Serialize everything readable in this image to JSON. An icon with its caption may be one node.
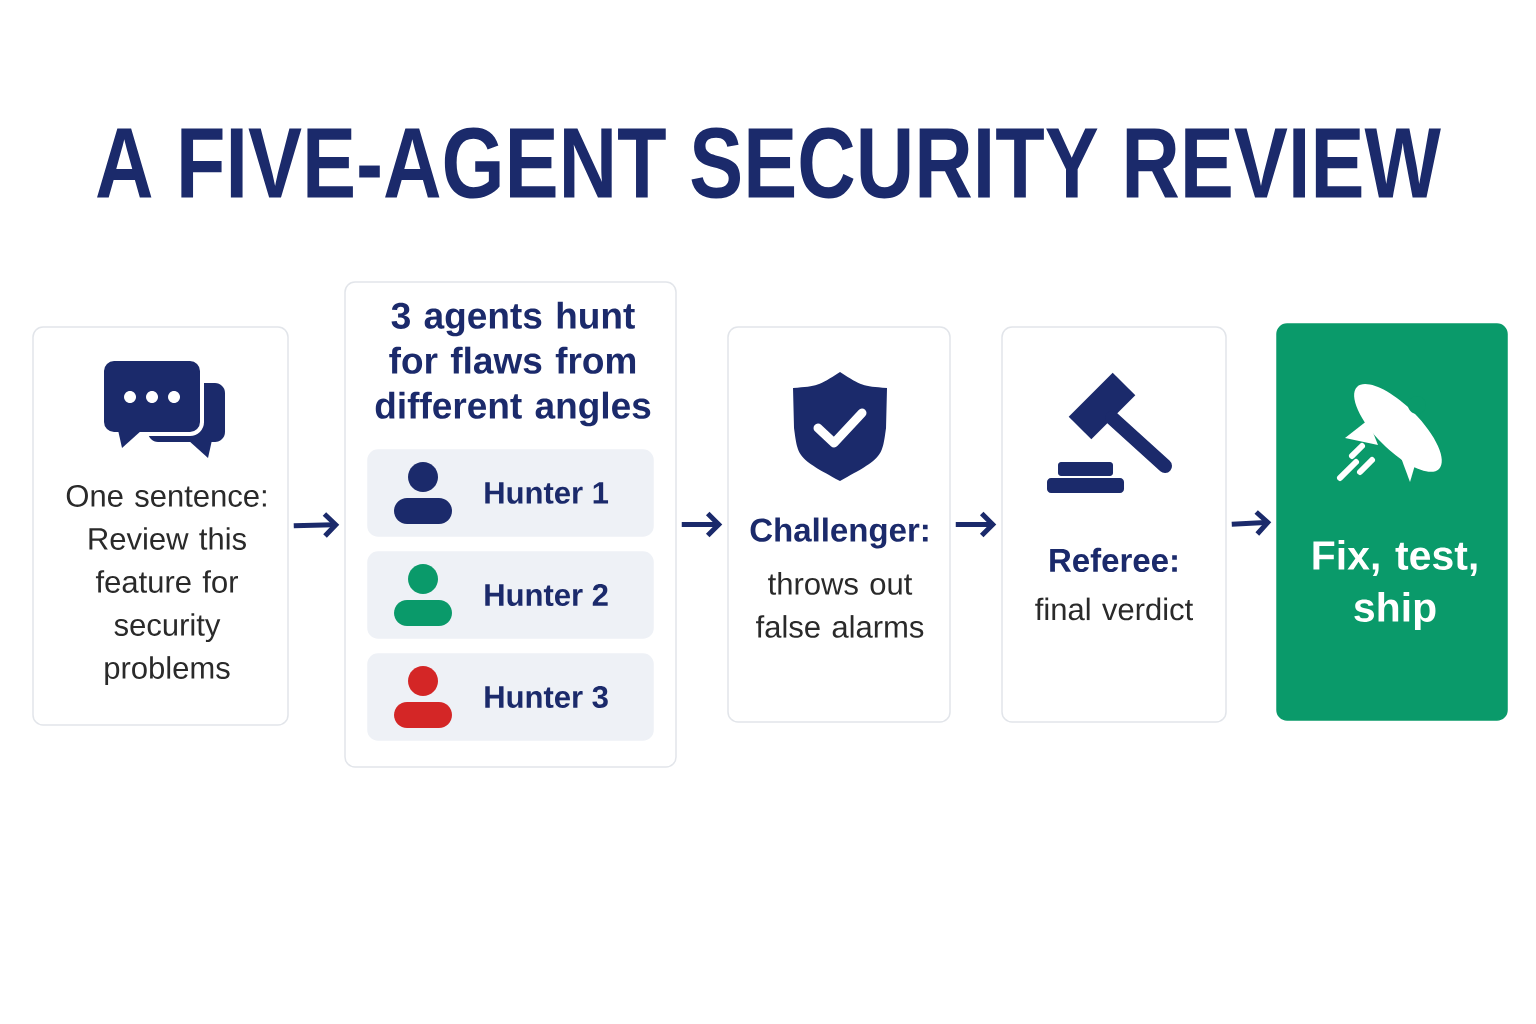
{
  "diagram": {
    "title": "A FIVE-AGENT SECURITY REVIEW",
    "nodes": [
      {
        "text": [
          "One sentence: Review this feature for security problems"
        ]
      },
      {
        "text": [
          "3 agents hunt for flaws from different angles"
        ]
      },
      {
        "text": [
          "Hunter 1"
        ],
        "in": 1
      },
      {
        "text": [
          "Hunter 2"
        ],
        "in": 1
      },
      {
        "text": [
          "Hunter 3"
        ],
        "in": 1
      },
      {
        "text": [
          "Challenger:",
          "throws out false alarms"
        ]
      },
      {
        "text": [
          "Referee:",
          "final verdict"
        ]
      },
      {
        "text": [
          "Fix, test, ship"
        ]
      }
    ],
    "edges": [
      {
        "from": 0,
        "to": 1,
        "arrow": "to"
      },
      {
        "from": 1,
        "to": 5,
        "arrow": "to"
      },
      {
        "from": 5,
        "to": 6,
        "arrow": "to"
      },
      {
        "from": 6,
        "to": 7,
        "arrow": "to"
      }
    ]
  }
}
